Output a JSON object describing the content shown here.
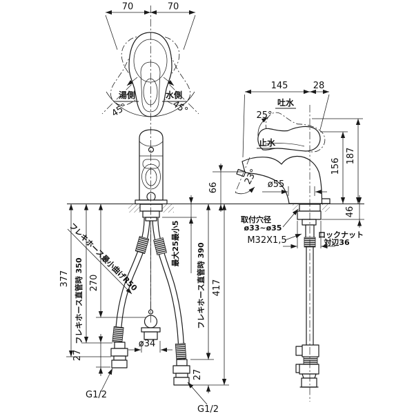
{
  "canvas": {
    "background": "#ffffff",
    "ink": "#1a1a1a"
  },
  "top_view": {
    "dim_70_left": "70",
    "dim_70_right": "70",
    "hot_side_label": "湯側",
    "cold_side_label": "水側",
    "swing_left": "45°",
    "swing_right": "45°"
  },
  "front_view": {
    "overall_377": "377",
    "hose_straight_350": "フレキホース直管時 350",
    "rod_270": "270",
    "min_bend_r50": "フレキホース最小曲げR50",
    "deck_range": "最大25最小5",
    "hose_straight_390": "フレキホース直管時 390",
    "overall_417": "417",
    "plug_dia": "ø34",
    "nut_27_left": "27",
    "nut_27_right": "27",
    "conn_left": "G1/2",
    "conn_right": "G1/2"
  },
  "side_view": {
    "reach_145": "145",
    "rear_28": "28",
    "discharge": "吐水",
    "lever_angle": "25°",
    "stop": "止水",
    "height_156": "156",
    "height_187": "187",
    "spout_66": "66",
    "spout_angle": "23°",
    "body_dia": "ø55",
    "under_46": "46",
    "mount_hole_title": "取付穴径",
    "mount_hole_range": "ø33~ø35",
    "shank_thread": "M32X1,5",
    "locknut_label": "ロックナット",
    "locknut_flats": "対辺36"
  }
}
